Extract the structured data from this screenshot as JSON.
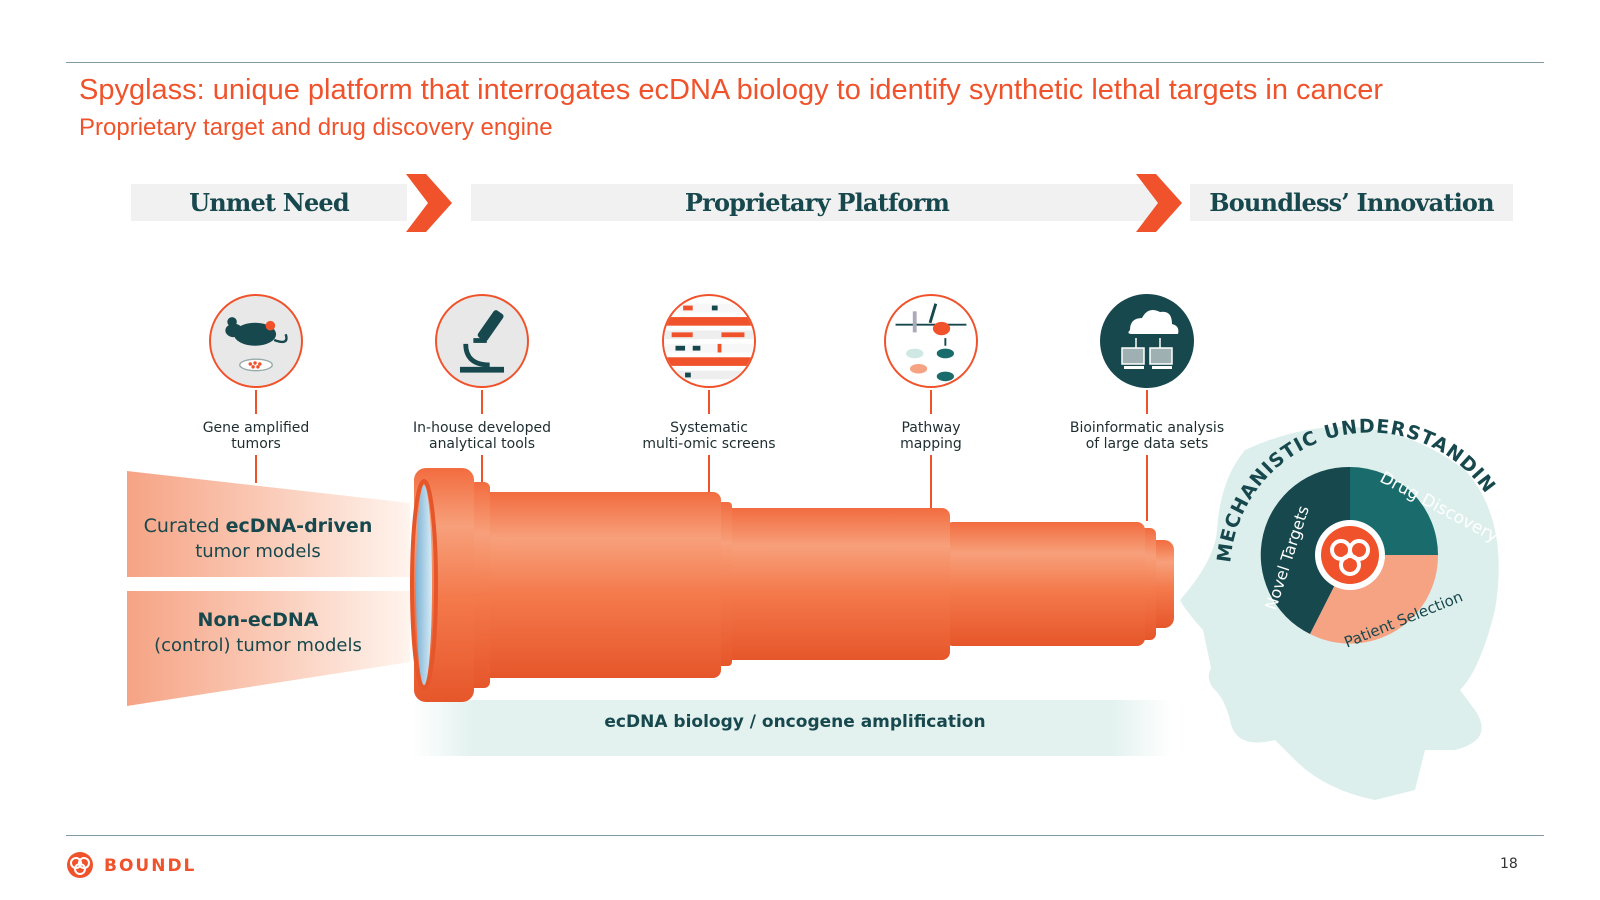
{
  "header": {
    "title": "Spyglass: unique platform that interrogates ecDNA biology to identify synthetic lethal targets in cancer",
    "subtitle": "Proprietary target and drug discovery engine"
  },
  "bands": {
    "unmet_need": "Unmet Need",
    "proprietary_platform": "Proprietary Platform",
    "boundless_innovation": "Boundless’ Innovation"
  },
  "capabilities": [
    {
      "line1": "Gene amplified",
      "line2": "tumors",
      "icon": "mouse-icon"
    },
    {
      "line1": "In-house developed",
      "line2": "analytical tools",
      "icon": "microscope-icon"
    },
    {
      "line1": "Systematic",
      "line2": "multi-omic screens",
      "icon": "screens-icon"
    },
    {
      "line1": "Pathway",
      "line2": "mapping",
      "icon": "pathway-icon"
    },
    {
      "line1": "Bioinformatic analysis",
      "line2": "of large data sets",
      "icon": "cloud-computers-icon"
    }
  ],
  "models": {
    "curated_prefix": "Curated ",
    "curated_bold": "ecDNA-driven",
    "curated_line2": "tumor models",
    "non_bold": "Non-ecDNA",
    "non_line2": "(control) tumor models"
  },
  "strip_label": "ecDNA biology / oncogene amplification",
  "head": {
    "arc_label": "MECHANISTIC UNDERSTANDING",
    "segments": [
      "Drug Discovery",
      "Patient Selection",
      "Novel Targets"
    ]
  },
  "footer": {
    "logo_text": "BOUNDL",
    "page_number": "18"
  },
  "colors": {
    "accent": "#f0532b",
    "teal_dark": "#17484d",
    "teal": "#1a6b6b",
    "salmon": "#f6a384",
    "mint": "#dcefec"
  }
}
